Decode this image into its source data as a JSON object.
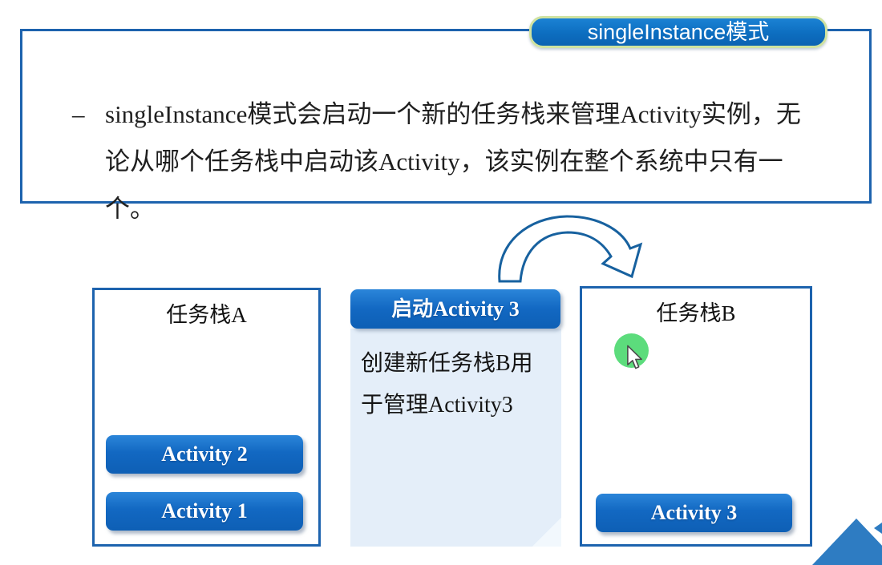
{
  "badge": {
    "label": "singleInstance模式"
  },
  "description": {
    "bullet": "–",
    "lines": [
      "singleInstance模式会启动一个新的任务栈来管理Activity实例，无",
      "论从哪个任务栈中启动该Activity，该实例在整个系统中只有一",
      "个。"
    ]
  },
  "diagram": {
    "stack_a": {
      "title": "任务栈A",
      "activities": [
        "Activity 2",
        "Activity 1"
      ]
    },
    "action_note": {
      "header": "启动Activity 3",
      "lines": [
        "创建新任务栈B用",
        "于管理Activity3"
      ]
    },
    "stack_b": {
      "title": "任务栈B",
      "activities": [
        "Activity 3"
      ]
    },
    "icons": {
      "arrow": "curved-arrow-icon",
      "cursor": "mouse-cursor-icon",
      "highlight": "green-highlight-circle"
    }
  },
  "colors": {
    "accent_blue": "#0d6ec0",
    "border_blue": "#1d63ae",
    "button_blue": "#1268c2",
    "badge_ring": "#cfe2a0",
    "note_bg": "#e4eef9",
    "arrow_stroke": "#17619f",
    "highlight_green": "#5cdc7c",
    "triangle_blue": "#2e7cc2",
    "text_dark": "#1f1f1f"
  }
}
